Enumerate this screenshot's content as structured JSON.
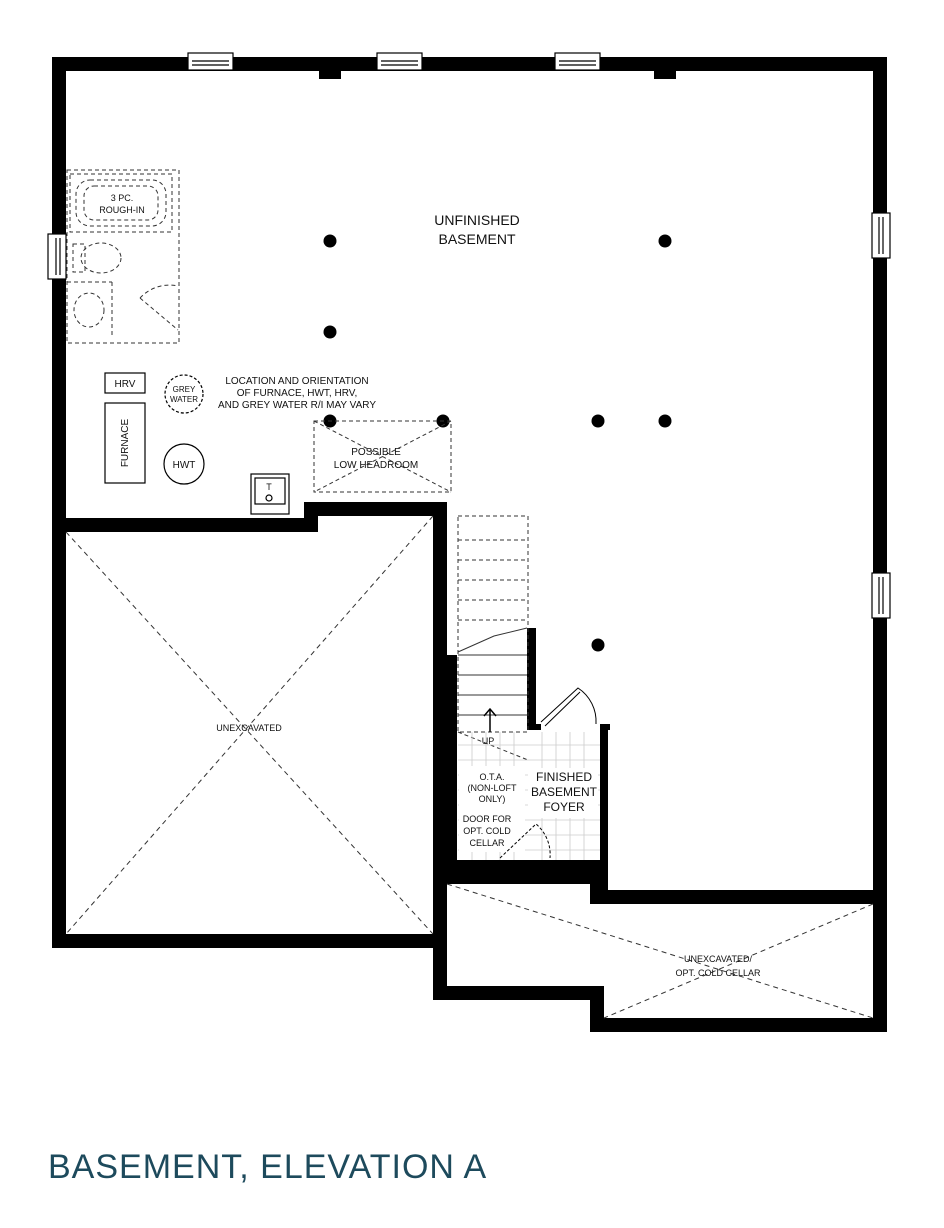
{
  "title": "BASEMENT, ELEVATION A",
  "colors": {
    "wall": "#000000",
    "title": "#1d4a5c",
    "dashed": "#444444",
    "tile": "#c8c8c8"
  },
  "rooms": {
    "unfinished_line1": "UNFINISHED",
    "unfinished_line2": "BASEMENT",
    "rough_in_line1": "3 PC.",
    "rough_in_line2": "ROUGH-IN",
    "hrv": "HRV",
    "grey_water_line1": "GREY",
    "grey_water_line2": "WATER",
    "note_line1": "LOCATION AND ORIENTATION",
    "note_line2": "OF FURNACE, HWT, HRV,",
    "note_line3": "AND GREY WATER R/I MAY VARY",
    "furnace": "FURNACE",
    "hwt": "HWT",
    "sink_tag": "T",
    "headroom_line1": "POSSIBLE",
    "headroom_line2": "LOW HEADROOM",
    "unexcavated": "UNEXCAVATED",
    "stair_up": "UP",
    "ota_line1": "O.T.A.",
    "ota_line2": "(NON-LOFT",
    "ota_line3": "ONLY)",
    "door_line1": "DOOR FOR",
    "door_line2": "OPT. COLD",
    "door_line3": "CELLAR",
    "foyer_line1": "FINISHED",
    "foyer_line2": "BASEMENT",
    "foyer_line3": "FOYER",
    "cold_cellar_line1": "UNEXCAVATED/",
    "cold_cellar_line2": "OPT. COLD CELLAR"
  }
}
